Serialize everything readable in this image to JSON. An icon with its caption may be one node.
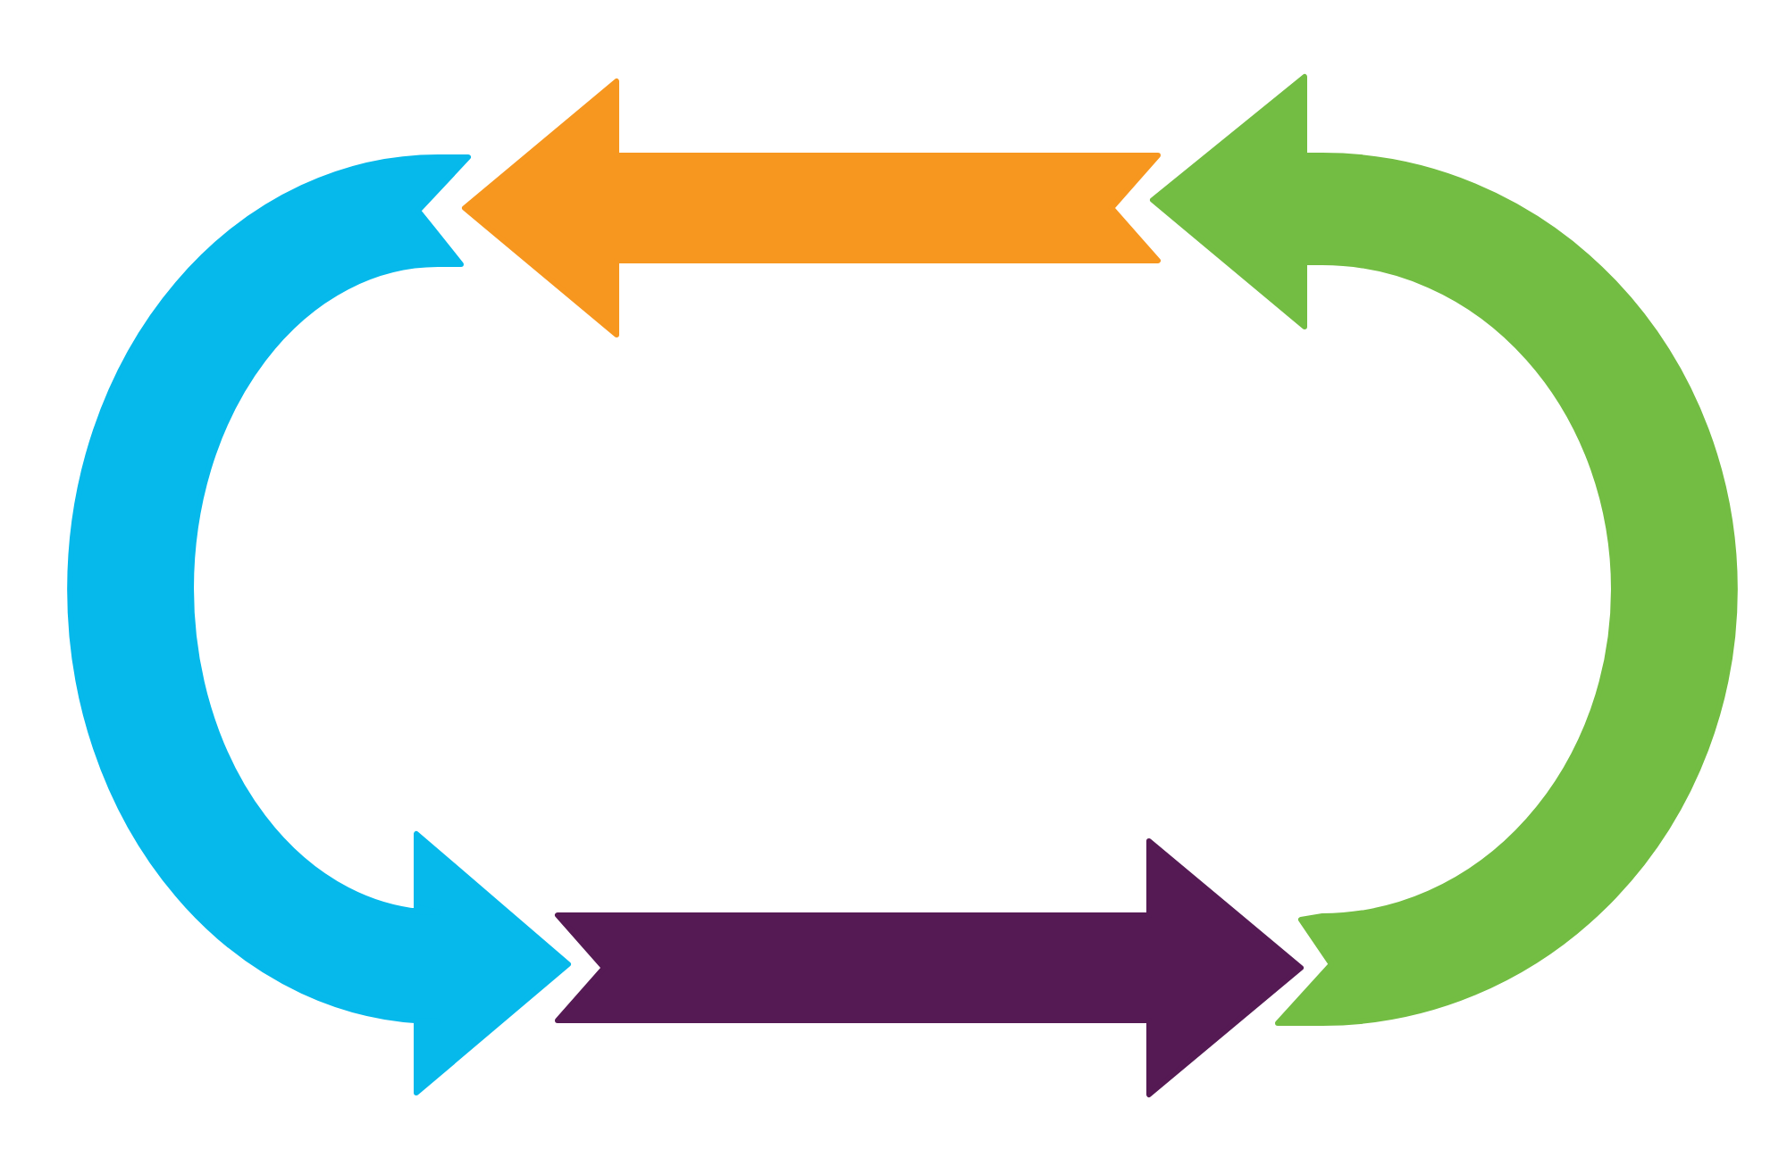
{
  "diagram": {
    "nodes": [
      {
        "text": [],
        "shape": "arrow"
      },
      {
        "text": [],
        "shape": "arrow"
      }
    ],
    "edges": [
      {
        "from": 1,
        "to": 0,
        "arrow": "to",
        "style": "thick",
        "color": "#f7971f"
      },
      {
        "from": 0,
        "to": 1,
        "arrow": "to",
        "style": "thick",
        "color": "#551a54"
      }
    ]
  }
}
